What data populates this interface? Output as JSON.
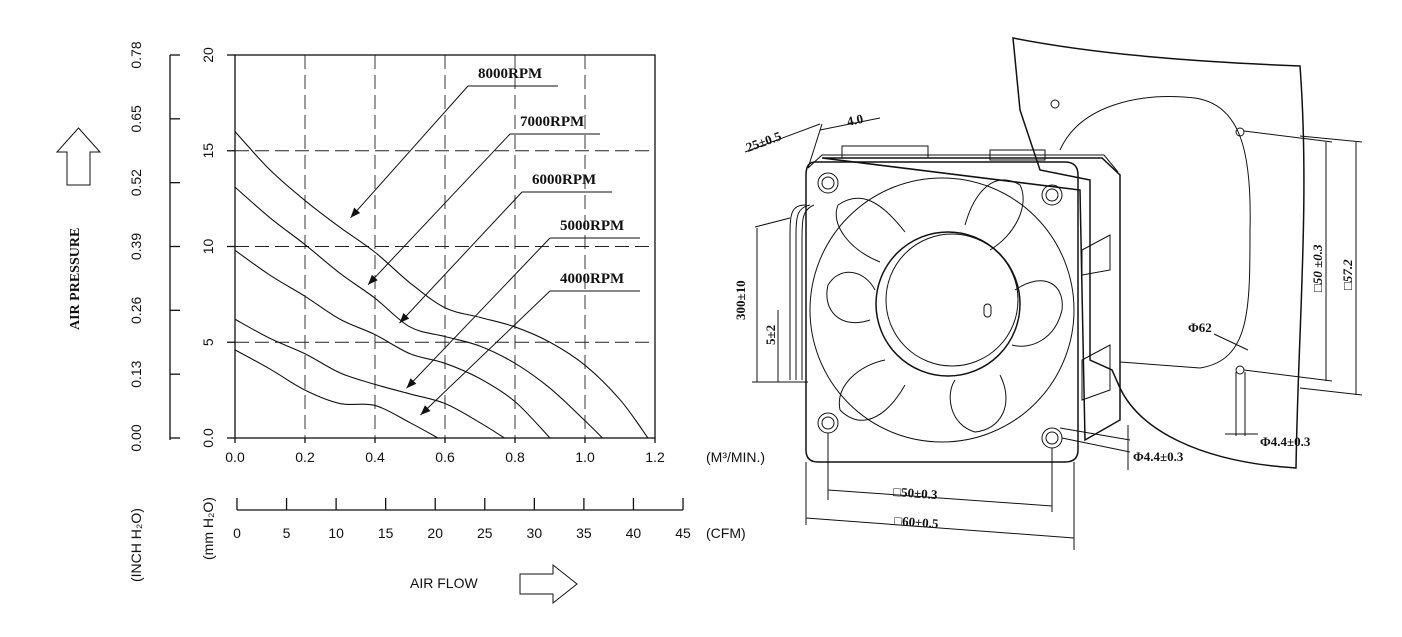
{
  "chart_data": {
    "type": "line",
    "ylabel": "AIR PRESSURE",
    "xlabel": "AIR FLOW",
    "x_unit_primary": "(M³/MIN.)",
    "x_unit_secondary": "(CFM)",
    "y_unit_primary": "(mm H₂O)",
    "y_unit_secondary": "(INCH H₂O)",
    "xlim": [
      0,
      1.2
    ],
    "ylim": [
      0,
      20
    ],
    "x_ticks": [
      "0.0",
      "0.2",
      "0.4",
      "0.6",
      "0.8",
      "1.0",
      "1.2"
    ],
    "y_ticks": [
      "0.0",
      "5",
      "10",
      "15",
      "20"
    ],
    "y2_ticks": [
      "0.00",
      "0.13",
      "0.26",
      "0.39",
      "0.52",
      "0.65",
      "0.78"
    ],
    "x2_ticks": [
      "0",
      "5",
      "10",
      "15",
      "20",
      "25",
      "30",
      "35",
      "40",
      "45"
    ],
    "grid": "dashed",
    "series": [
      {
        "name": "8000RPM",
        "x": [
          0,
          0.1,
          0.2,
          0.3,
          0.4,
          0.5,
          0.6,
          0.7,
          0.8,
          0.9,
          1.0,
          1.1,
          1.18
        ],
        "y": [
          16.0,
          14.0,
          12.4,
          11.0,
          9.7,
          8.1,
          6.8,
          6.3,
          5.8,
          5.0,
          3.8,
          2.0,
          0.0
        ]
      },
      {
        "name": "7000RPM",
        "x": [
          0,
          0.1,
          0.2,
          0.3,
          0.4,
          0.5,
          0.6,
          0.7,
          0.8,
          0.9,
          1.0,
          1.05
        ],
        "y": [
          13.1,
          11.5,
          10.1,
          8.6,
          7.3,
          5.8,
          5.3,
          4.8,
          3.9,
          2.6,
          0.9,
          0.0
        ]
      },
      {
        "name": "6000RPM",
        "x": [
          0,
          0.1,
          0.2,
          0.3,
          0.4,
          0.5,
          0.6,
          0.7,
          0.8,
          0.9
        ],
        "y": [
          9.8,
          8.5,
          7.4,
          6.2,
          5.4,
          4.4,
          3.9,
          3.1,
          1.9,
          0.0
        ]
      },
      {
        "name": "5000RPM",
        "x": [
          0,
          0.1,
          0.2,
          0.3,
          0.4,
          0.5,
          0.6,
          0.7,
          0.77
        ],
        "y": [
          6.2,
          5.2,
          4.4,
          3.4,
          2.8,
          2.3,
          1.8,
          0.8,
          0.0
        ]
      },
      {
        "name": "4000RPM",
        "x": [
          0,
          0.1,
          0.2,
          0.3,
          0.4,
          0.5,
          0.58
        ],
        "y": [
          4.6,
          3.6,
          2.5,
          1.8,
          1.7,
          0.8,
          0.0
        ]
      }
    ]
  },
  "drawing": {
    "dim_thickness": "25±0.5",
    "dim_flange": "4.0",
    "dim_lead_length": "300±10",
    "dim_strip": "5±2",
    "dim_hole_pitch_front": "□50±0.3",
    "dim_frame_width": "□60±0.5",
    "dim_hole_front": "Φ4.4±0.3",
    "dim_hole_side": "Φ4.4±0.3",
    "dim_cutout": "Φ62",
    "dim_hole_pitch_side": "□50 ±0.3",
    "dim_panel": "□57.2"
  }
}
